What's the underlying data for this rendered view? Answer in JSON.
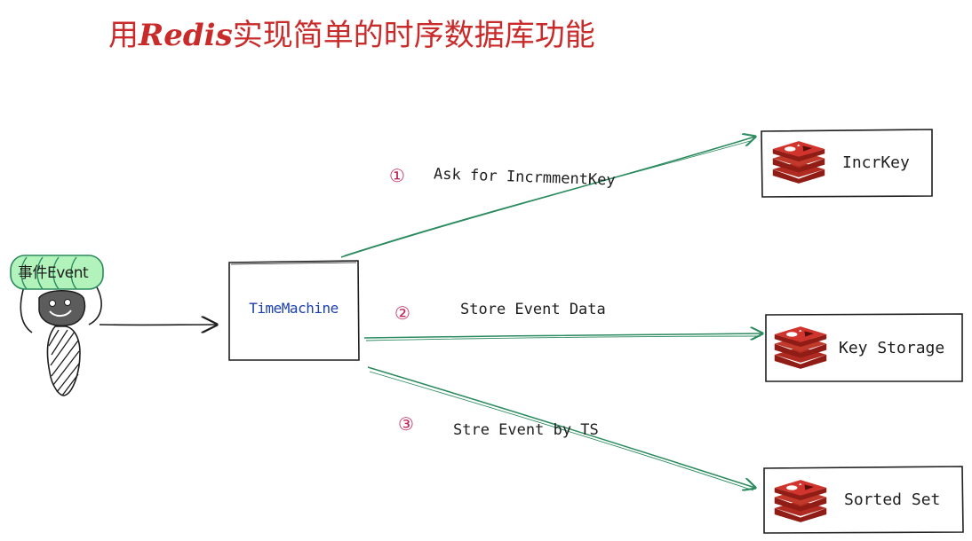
{
  "title": {
    "prefix": "用",
    "brand": "Redis",
    "suffix": "实现简单的时序数据库功能"
  },
  "event": {
    "label": "事件Event"
  },
  "time_machine": {
    "label": "TimeMachine"
  },
  "steps": [
    {
      "number": "①",
      "label": "Ask for IncrmmentKey"
    },
    {
      "number": "②",
      "label": "Store Event Data"
    },
    {
      "number": "③",
      "label": "Stre Event by TS"
    }
  ],
  "stores": [
    {
      "label": "IncrKey",
      "icon": "redis-icon"
    },
    {
      "label": "Key Storage",
      "icon": "redis-icon"
    },
    {
      "label": "Sorted Set",
      "icon": "redis-icon"
    }
  ],
  "colors": {
    "title": "#c92a2a",
    "arrow": "#2b8a5e",
    "step_number": "#c2255c",
    "time_machine_text": "#1c3fb0",
    "redis_red": "#b02a21"
  }
}
